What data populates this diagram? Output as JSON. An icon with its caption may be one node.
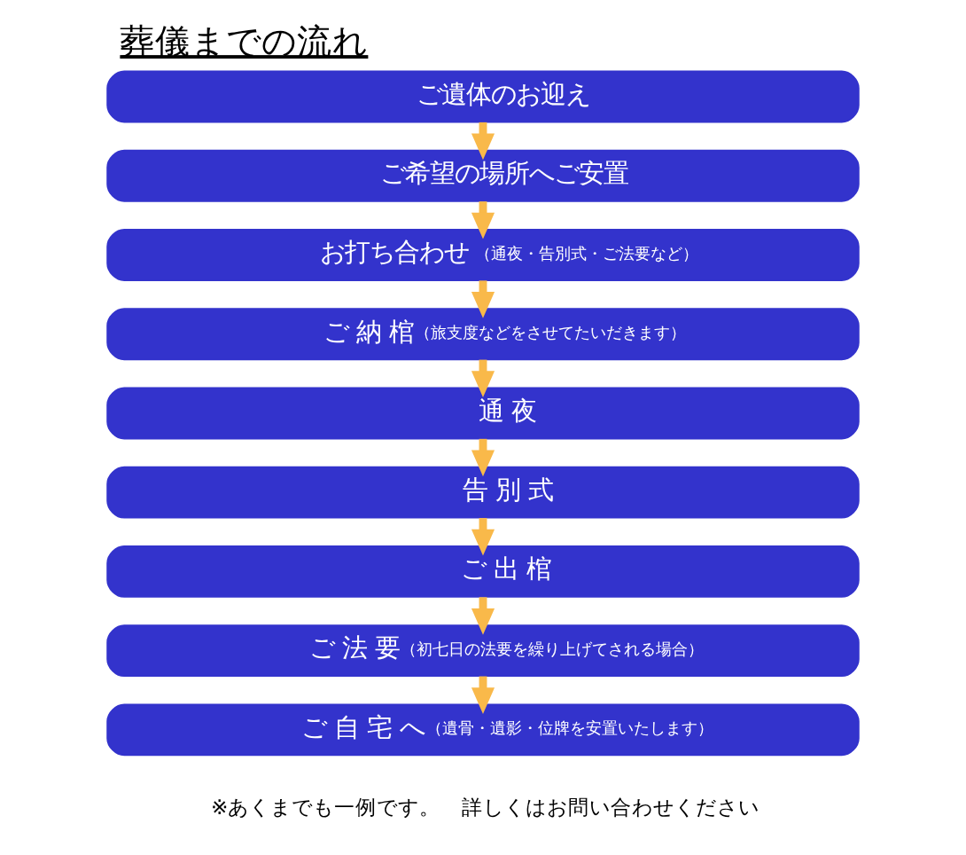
{
  "diagram": {
    "title": "葬儀までの流れ",
    "nodes": [
      {
        "text": [
          "ご遺体のお迎え"
        ]
      },
      {
        "text": [
          "ご希望の場所へご安置"
        ]
      },
      {
        "text": [
          "お打ち合わせ",
          "（通夜・告別式・ご法要など）"
        ]
      },
      {
        "text": [
          "ご 納 棺",
          "（旅支度などをさせてたいだきます）"
        ]
      },
      {
        "text": [
          "通 夜"
        ]
      },
      {
        "text": [
          "告 別 式"
        ]
      },
      {
        "text": [
          "ご 出 棺"
        ]
      },
      {
        "text": [
          "ご 法 要",
          "（初七日の法要を繰り上げてされる場合）"
        ]
      },
      {
        "text": [
          "ご 自 宅 へ",
          "（遺骨・遺影・位牌を安置いたします）"
        ]
      }
    ],
    "edges": [
      {
        "from": 0,
        "to": 1,
        "arrow": "to"
      },
      {
        "from": 1,
        "to": 2,
        "arrow": "to"
      },
      {
        "from": 2,
        "to": 3,
        "arrow": "to"
      },
      {
        "from": 3,
        "to": 4,
        "arrow": "to"
      },
      {
        "from": 4,
        "to": 5,
        "arrow": "to"
      },
      {
        "from": 5,
        "to": 6,
        "arrow": "to"
      },
      {
        "from": 6,
        "to": 7,
        "arrow": "to"
      },
      {
        "from": 7,
        "to": 8,
        "arrow": "to"
      }
    ],
    "labels": [
      "※あくまでも一例です。　詳しくはお問い合わせください"
    ]
  }
}
